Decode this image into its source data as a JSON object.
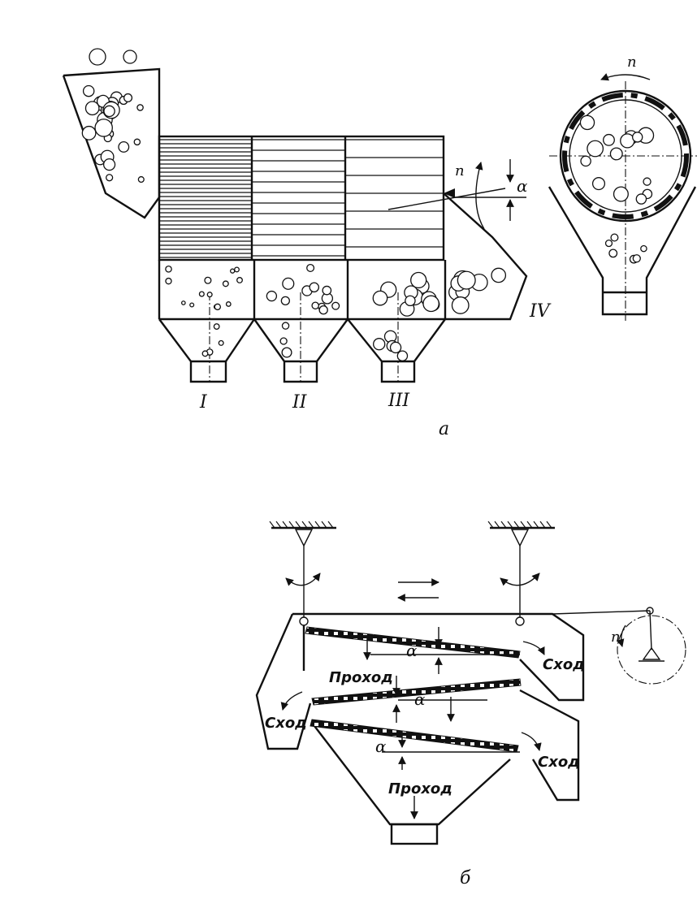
{
  "diagram_a": {
    "caption": "а",
    "outlet_labels": [
      "I",
      "II",
      "III",
      "IV"
    ],
    "rotation_label": "n",
    "angle_label": "α",
    "section_rotation_label": "n"
  },
  "diagram_b": {
    "caption": "б",
    "pass_label": "Проход",
    "oversize_label": "Сход",
    "angle_label": "α",
    "drive_label": "n"
  }
}
